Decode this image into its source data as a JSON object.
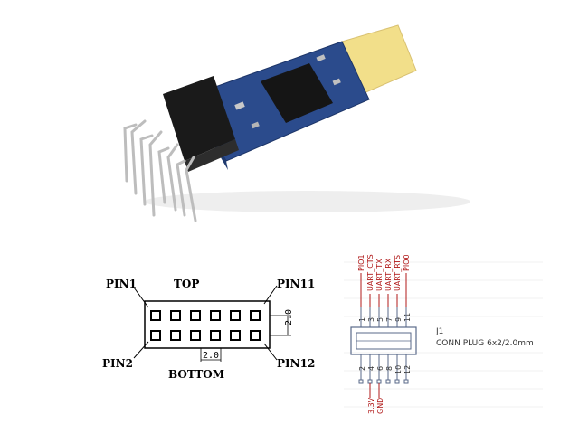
{
  "pinout": {
    "top": "TOP",
    "bottom": "BOTTOM",
    "pin1": "PIN1",
    "pin2": "PIN2",
    "pin11": "PIN11",
    "pin12": "PIN12",
    "dim_vertical": "2.0",
    "dim_horizontal": "2.0"
  },
  "schematic": {
    "ref": "J1",
    "part": "CONN PLUG 6x2/2.0mm",
    "top_signals": [
      "PIO1",
      "UART_CTS",
      "UART_TX",
      "UART_RX",
      "UART_RTS",
      "PIO0"
    ],
    "top_pins": [
      "1",
      "3",
      "5",
      "7",
      "9",
      "11"
    ],
    "bottom_pins": [
      "2",
      "4",
      "6",
      "8",
      "10",
      "12"
    ],
    "bottom_signals": [
      "3.3V",
      "GND"
    ]
  },
  "colors": {
    "signal_red": "#b01818",
    "pcb_blue": "#2b4b8c",
    "antenna_yellow": "#f2df8a",
    "header_black": "#1a1a1a"
  }
}
